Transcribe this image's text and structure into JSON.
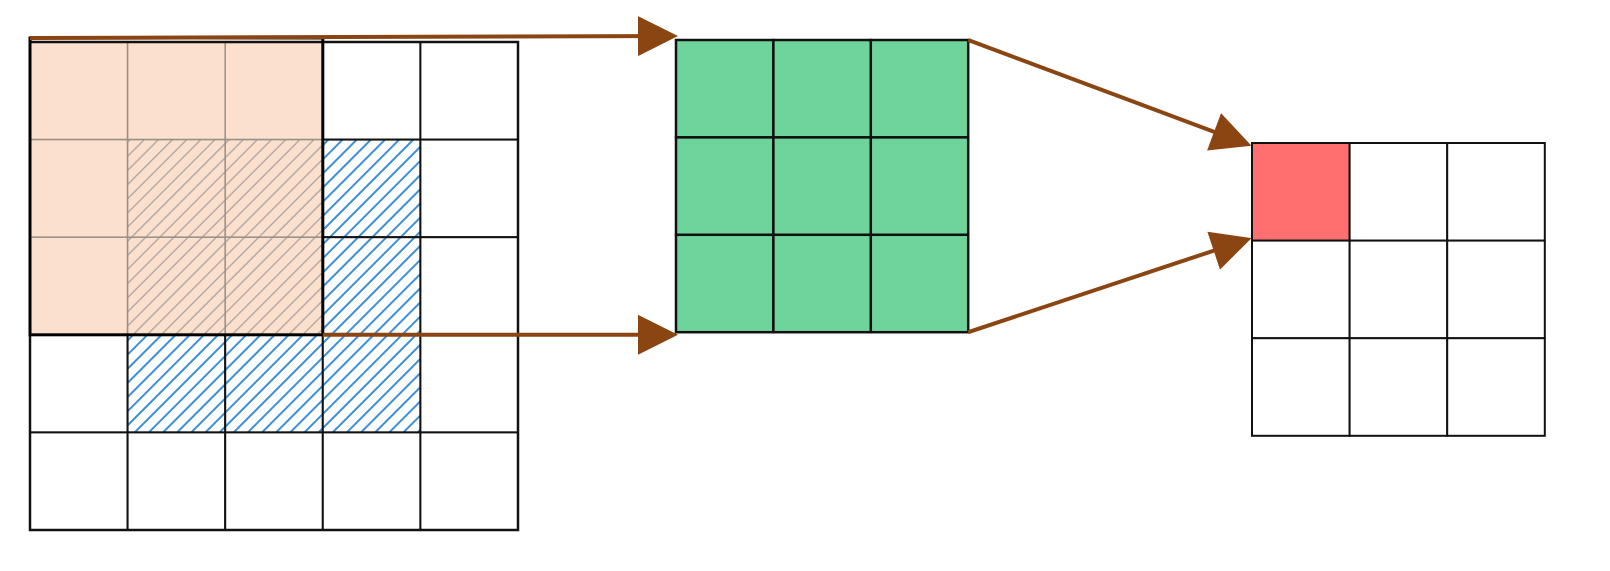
{
  "diagram": {
    "input_grid": {
      "rows": 5,
      "cols": 5,
      "receptive_field": {
        "row": 0,
        "col": 0,
        "size": 3
      },
      "next_window": {
        "row": 1,
        "col": 1,
        "size": 3
      }
    },
    "kernel_grid": {
      "rows": 3,
      "cols": 3
    },
    "output_grid": {
      "rows": 3,
      "cols": 3,
      "highlighted_cell": {
        "row": 0,
        "col": 0
      }
    },
    "colors": {
      "grid_line": "#111111",
      "receptive_field_fill": "#fbe0cd",
      "next_window_hatch": "#3d8fd6",
      "kernel_fill": "#6fd49c",
      "output_highlight": "#ff6f6f",
      "arrow": "#8b4513"
    }
  }
}
